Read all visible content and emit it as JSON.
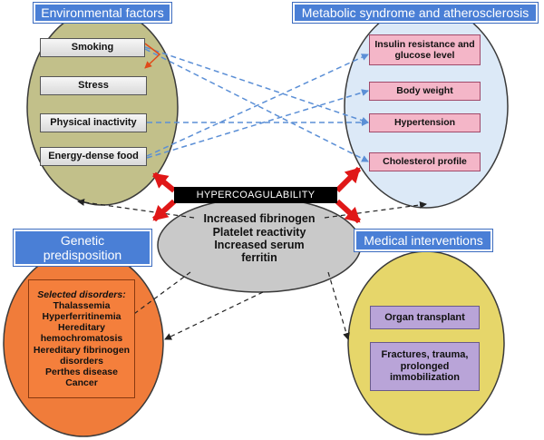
{
  "titles": {
    "environmental": "Environmental factors",
    "metabolic": "Metabolic syndrome and atherosclerosis",
    "genetic": "Genetic predisposition",
    "medical": "Medical interventions"
  },
  "environmental_factors": [
    "Smoking",
    "Stress",
    "Physical inactivity",
    "Energy-dense food"
  ],
  "metabolic_items": [
    "Insulin resistance and glucose level",
    "Body weight",
    "Hypertension",
    "Cholesterol profile"
  ],
  "center": {
    "label": "HYPERCOAGULABILITY",
    "lines": [
      "Increased fibrinogen",
      "Platelet reactivity",
      "Increased serum",
      "ferritin"
    ]
  },
  "genetic": {
    "heading": "Selected disorders:",
    "disorders": [
      "Thalassemia",
      "Hyperferritinemia",
      "Hereditary hemochromatosis",
      "Hereditary fibrinogen disorders",
      "Perthes disease",
      "Cancer"
    ]
  },
  "medical_items": [
    "Organ transplant",
    "Fractures, trauma, prolonged immobilization"
  ],
  "colors": {
    "environmental_ellipse": "#c2c08a",
    "metabolic_ellipse": "#dce9f7",
    "genetic_ellipse": "#f07c3a",
    "medical_ellipse": "#e6d66a",
    "center_ellipse": "#c9c9c9",
    "title_blue": "#4a7fd6",
    "dashed_arrow_blue": "#5b8fd6",
    "thick_arrow_red": "#e01818"
  }
}
